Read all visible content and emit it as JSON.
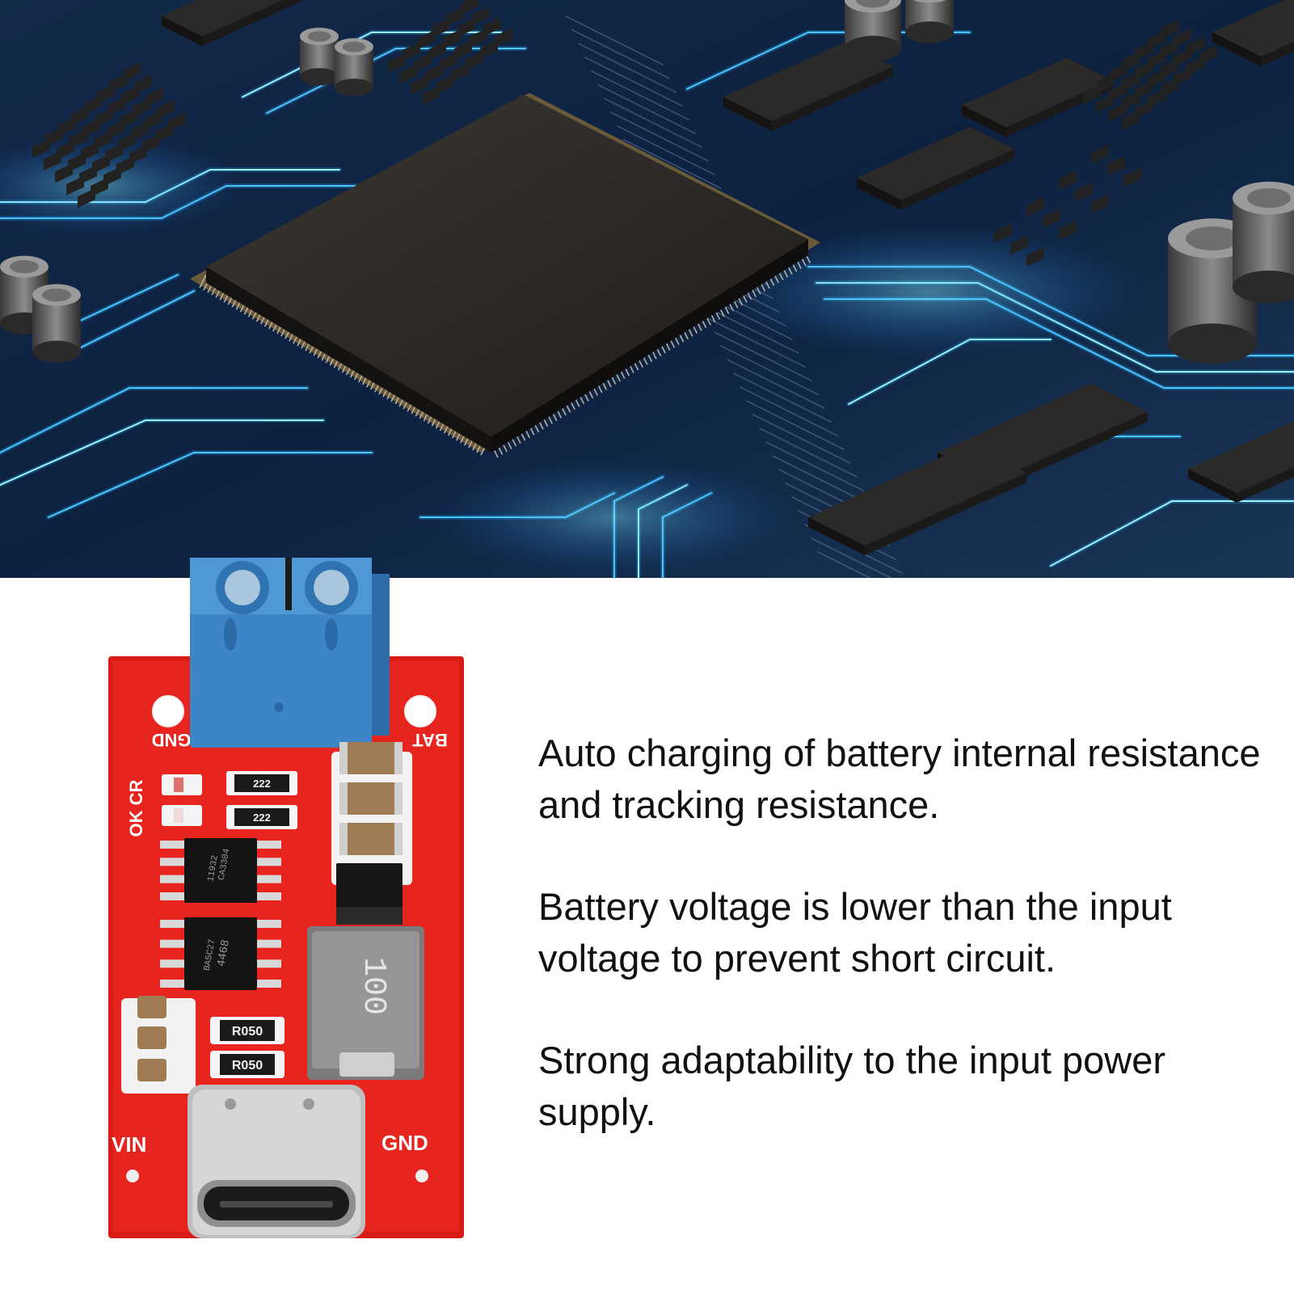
{
  "hero": {
    "icons": [
      "circuit-board-background",
      "processor-chip-icon",
      "capacitor-icon",
      "smd-chip-icon"
    ]
  },
  "product": {
    "pcb_labels": {
      "gnd_top": "GND",
      "bat": "BAT",
      "ok_cr": "OK CR",
      "vin": "VIN",
      "gnd_bottom": "GND"
    },
    "component_marks": {
      "ic1": "CA3304",
      "ic1_code": "11932",
      "ic2": "4468",
      "ic2_code": "BA5C27",
      "inductor": "100",
      "res_222_a": "222",
      "res_222_b": "222",
      "res_r050_a": "R050",
      "res_r050_b": "R050"
    },
    "colors": {
      "pcb": "#e8241e",
      "terminal": "#3c86c8",
      "inductor": "#8a8a8a",
      "usb": "#c9c9c9"
    }
  },
  "features": [
    "Auto charging of battery internal resistance and tracking resistance.",
    "Battery voltage is lower than the input voltage to prevent short circuit.",
    "Strong adaptability to the input power supply."
  ]
}
